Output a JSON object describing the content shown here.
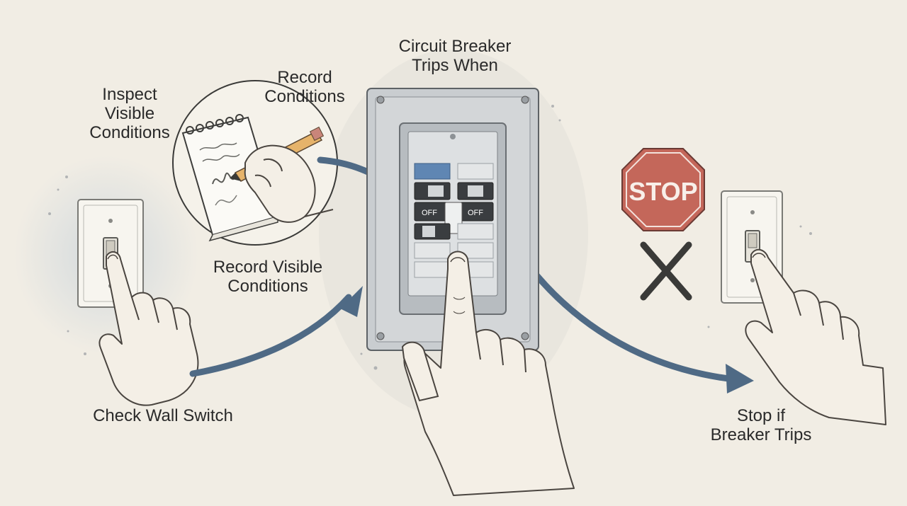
{
  "labels": {
    "inspect": [
      "Inspect",
      "Visible",
      "Conditions"
    ],
    "record": [
      "Record",
      "Conditions"
    ],
    "record_visible": [
      "Record Visible",
      "Conditions"
    ],
    "circuit": [
      "Circuit Breaker",
      "Trips When"
    ],
    "check": "Check Wall Switch",
    "stop_if": [
      "Stop if",
      "Breaker Trips"
    ]
  },
  "panel": {
    "off_left": "OFF",
    "off_right": "OFF"
  },
  "stop_sign": "STOP",
  "colors": {
    "background": "#f1ede4",
    "arrow": "#4f6a85",
    "stop_sign": "#c4675a",
    "breaker_accent": "#5f86b3",
    "panel": "#c9cdd0"
  },
  "icons": [
    "pointing-hand-icon",
    "notepad-icon",
    "pencil-icon",
    "stop-sign-icon",
    "x-mark-icon",
    "wall-switch-icon",
    "breaker-panel-icon"
  ]
}
